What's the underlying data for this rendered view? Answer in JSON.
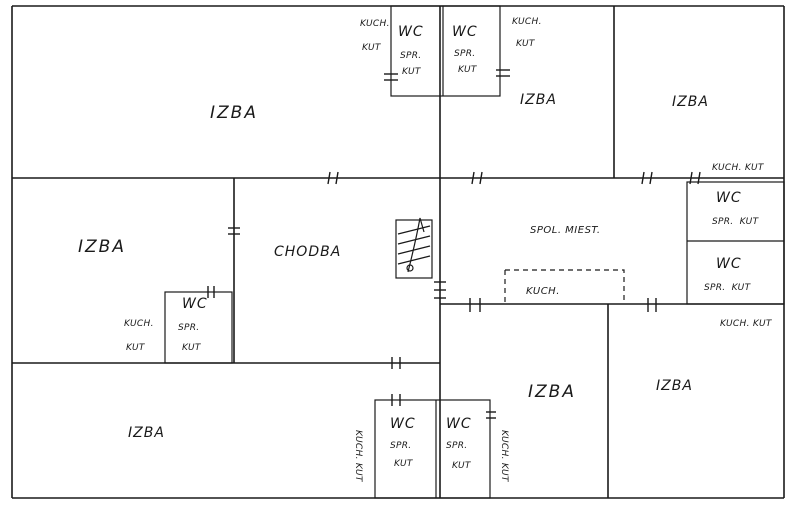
{
  "rooms": {
    "izba_top_left": "IZBA",
    "izba_top_mid": "IZBA",
    "izba_top_right": "IZBA",
    "izba_mid_left": "IZBA",
    "chodba": "CHODBA",
    "spol_miest": "SPOL. MIEST.",
    "kuch_center": "KUCH.",
    "izba_bottom_left": "IZBA",
    "izba_bottom_mid": "IZBA",
    "izba_bottom_right": "IZBA"
  },
  "kuch_kut": {
    "kuch": "KUCH.",
    "kut": "KUT",
    "combined": "KUCH. KUT"
  },
  "wc": {
    "wc": "WC",
    "spr": "SPR.",
    "kut": "KUT"
  }
}
